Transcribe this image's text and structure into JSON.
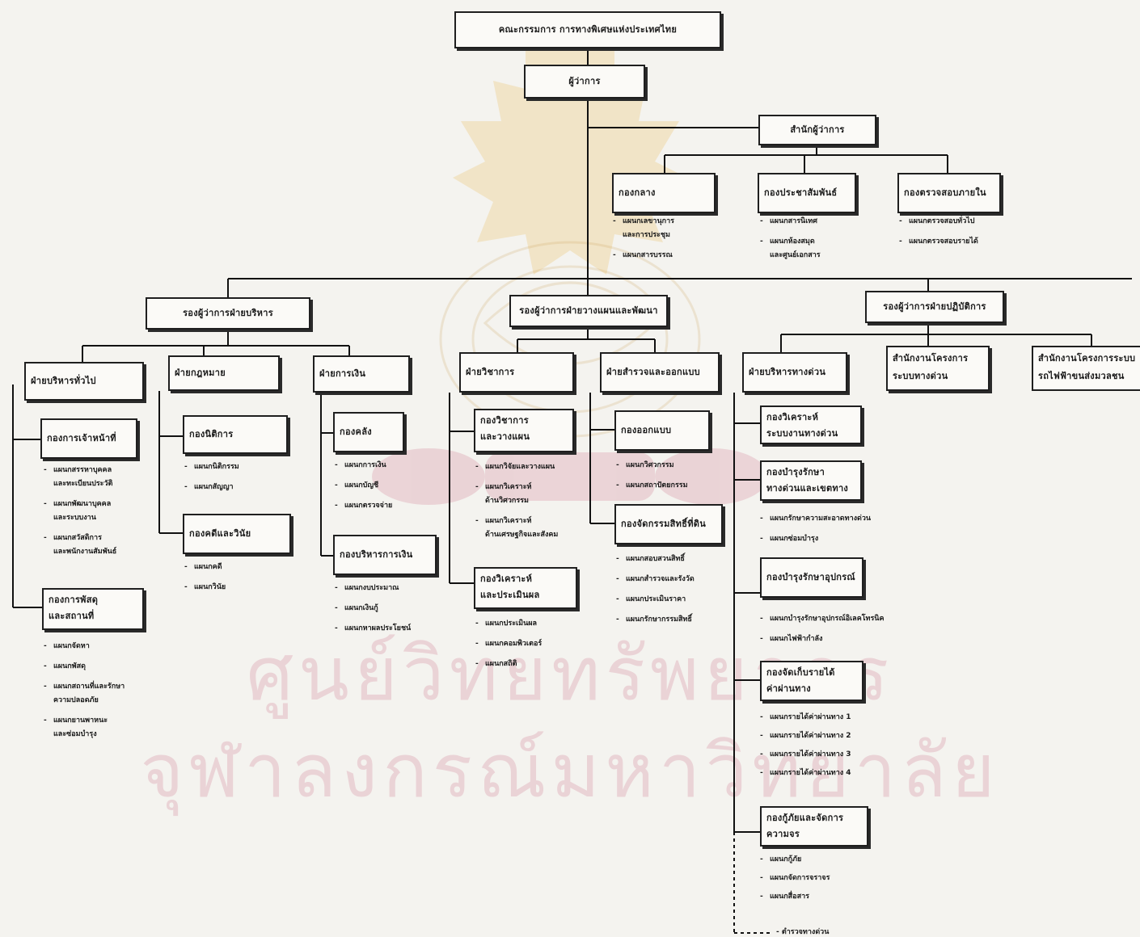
{
  "watermark": {
    "line1": "ศูนย์วิทยทรัพยากร",
    "line2": "จุฬาลงกรณ์มหาวิทยาลัย"
  },
  "board": {
    "label": "คณะกรรมการ การทางพิเศษแห่งประเทศไทย"
  },
  "governor": {
    "label": "ผู้ว่าการ"
  },
  "governor_office": {
    "label": "สำนักผู้ว่าการ"
  },
  "office_divisions": [
    {
      "label": "กองกลาง",
      "items": [
        [
          "แผนกเลขานุการ",
          "และการประชุม"
        ],
        [
          "แผนกสารบรรณ"
        ]
      ]
    },
    {
      "label": "กองประชาสัมพันธ์",
      "items": [
        [
          "แผนกสารนิเทศ"
        ],
        [
          "แผนกห้องสมุด",
          "และศูนย์เอกสาร"
        ]
      ]
    },
    {
      "label": "กองตรวจสอบภายใน",
      "items": [
        [
          "แผนกตรวจสอบทั่วไป"
        ],
        [
          "แผนกตรวจสอบรายได้"
        ]
      ]
    }
  ],
  "deputies": {
    "admin": "รองผู้ว่าการฝ่ายบริหาร",
    "planning": "รองผู้ว่าการฝ่ายวางแผนและพัฒนา",
    "operation": "รองผู้ว่าการฝ่ายปฏิบัติการ"
  },
  "general_admin": {
    "label": "ฝ่ายบริหารทั่วไป",
    "personnel": {
      "label": "กองการเจ้าหน้าที่",
      "items": [
        [
          "แผนกสรรหาบุคคล",
          "และทะเบียนประวัติ"
        ],
        [
          "แผนกพัฒนาบุคคล",
          "และระบบงาน"
        ],
        [
          "แผนกสวัสดิการ",
          "และพนักงานสัมพันธ์"
        ]
      ]
    },
    "supplies": {
      "label1": "กองการพัสดุ",
      "label2": "และสถานที่",
      "items": [
        [
          "แผนกจัดหา"
        ],
        [
          "แผนกพัสดุ"
        ],
        [
          "แผนกสถานที่และรักษา",
          "ความปลอดภัย"
        ],
        [
          "แผนกยานพาหนะ",
          "และซ่อมบำรุง"
        ]
      ]
    }
  },
  "legal": {
    "label": "ฝ่ายกฎหมาย",
    "legal_div": {
      "label": "กองนิติการ",
      "items": [
        [
          "แผนกนิติกรรม"
        ],
        [
          "แผนกสัญญา"
        ]
      ]
    },
    "case_div": {
      "label": "กองคดีและวินัย",
      "items": [
        [
          "แผนกคดี"
        ],
        [
          "แผนกวินัย"
        ]
      ]
    }
  },
  "finance": {
    "label": "ฝ่ายการเงิน",
    "treasury": {
      "label": "กองคลัง",
      "items": [
        [
          "แผนกการเงิน"
        ],
        [
          "แผนกบัญชี"
        ],
        [
          "แผนกตรวจจ่าย"
        ]
      ]
    },
    "fin_admin": {
      "label": "กองบริหารการเงิน",
      "items": [
        [
          "แผนกงบประมาณ"
        ],
        [
          "แผนกเงินกู้"
        ],
        [
          "แผนกหาผลประโยชน์"
        ]
      ]
    }
  },
  "academic": {
    "label": "ฝ่ายวิชาการ",
    "plan_div": {
      "label1": "กองวิชาการ",
      "label2": "และวางแผน",
      "items": [
        [
          "แผนกวิจัยและวางแผน"
        ],
        [
          "แผนกวิเคราะห์",
          "ด้านวิศวกรรม"
        ],
        [
          "แผนกวิเคราะห์",
          "ด้านเศรษฐกิจและสังคม"
        ]
      ]
    },
    "eval_div": {
      "label1": "กองวิเคราะห์",
      "label2": "และประเมินผล",
      "items": [
        [
          "แผนกประเมินผล"
        ],
        [
          "แผนกคอมพิวเตอร์"
        ],
        [
          "แผนกสถิติ"
        ]
      ]
    }
  },
  "engineering": {
    "label": "ฝ่ายสำรวจและออกแบบ",
    "design_div": {
      "label": "กองออกแบบ",
      "items": [
        [
          "แผนกวิศวกรรม"
        ],
        [
          "แผนกสถาปัตยกรรม"
        ]
      ]
    },
    "land_div": {
      "label": "กองจัดกรรมสิทธิ์ที่ดิน",
      "items": [
        [
          "แผนกสอบสวนสิทธิ์"
        ],
        [
          "แผนกสำรวจและรังวัด"
        ],
        [
          "แผนกประเมินราคา"
        ],
        [
          "แผนกรักษากรรมสิทธิ์"
        ]
      ]
    }
  },
  "expressway": {
    "label": "ฝ่ายบริหารทางด่วน",
    "analysis": {
      "label1": "กองวิเคราะห์",
      "label2": "ระบบงานทางด่วน"
    },
    "maint_road": {
      "label1": "กองบำรุงรักษา",
      "label2": "ทางด่วนและเขตทาง",
      "items": [
        [
          "แผนกรักษาความสะอาดทางด่วน"
        ],
        [
          "แผนกซ่อมบำรุง"
        ]
      ]
    },
    "maint_equip": {
      "label": "กองบำรุงรักษาอุปกรณ์",
      "items": [
        [
          "แผนกบำรุงรักษาอุปกรณ์อิเลคโทรนิค"
        ],
        [
          "แผนกไฟฟ้ากำลัง"
        ]
      ]
    },
    "toll": {
      "label1": "กองจัดเก็บรายได้",
      "label2": "ค่าผ่านทาง",
      "items": [
        [
          "แผนกรายได้ค่าผ่านทาง 1"
        ],
        [
          "แผนกรายได้ค่าผ่านทาง 2"
        ],
        [
          "แผนกรายได้ค่าผ่านทาง 3"
        ],
        [
          "แผนกรายได้ค่าผ่านทาง 4"
        ]
      ]
    },
    "rescue": {
      "label1": "กองกู้ภัยและจัดการ",
      "label2": "ความจร",
      "items": [
        [
          "แผนกกู้ภัย"
        ],
        [
          "แผนกจัดการจราจร"
        ],
        [
          "แผนกสื่อสาร"
        ]
      ]
    },
    "police": "ตำรวจทางด่วน"
  },
  "project_office": {
    "label1": "สำนักงานโครงการ",
    "label2": "ระบบทางด่วน"
  },
  "transit_office": {
    "label1": "สำนักงานโครงการระบบ",
    "label2": "รถไฟฟ้าขนส่งมวลชน"
  }
}
